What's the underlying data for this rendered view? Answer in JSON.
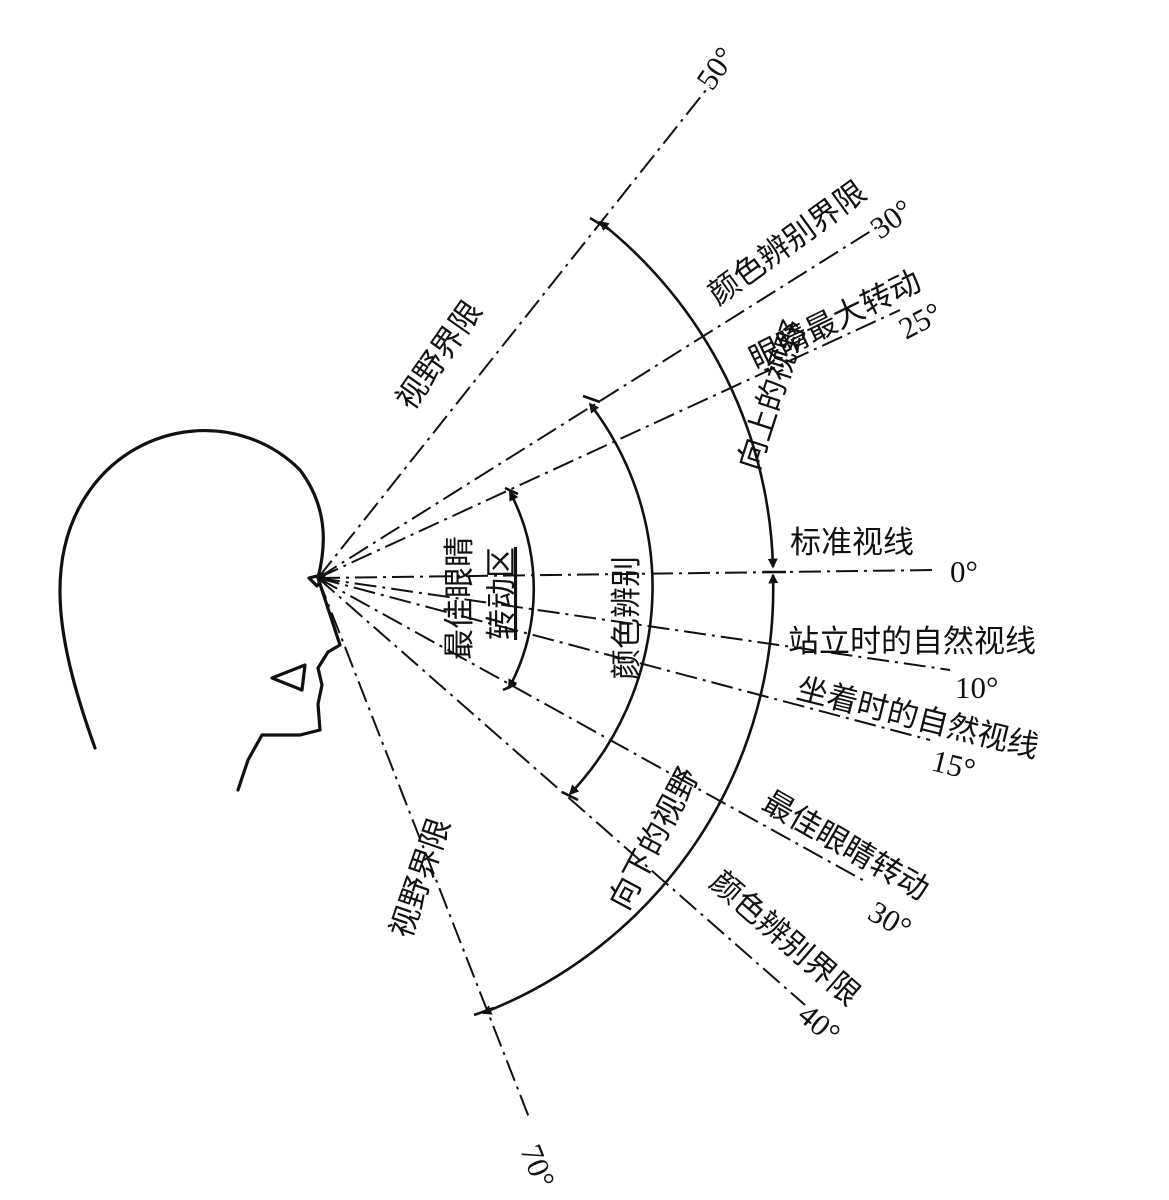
{
  "lines": {
    "upper_field_limit": {
      "degree": "50°",
      "label": "视野界限"
    },
    "upper_color_limit": {
      "degree": "30°",
      "label": "颜色辨别界限"
    },
    "eye_max_rotation": {
      "degree": "25°",
      "label": "眼睛最大转动"
    },
    "standard_sightline": {
      "degree": "0°",
      "label": "标准视线"
    },
    "standing_natural": {
      "degree": "10°",
      "label": "站立时的自然视线"
    },
    "sitting_natural": {
      "degree": "15°",
      "label": "坐着时的自然视线"
    },
    "best_eye_rotation": {
      "degree": "30°",
      "label": "最佳眼睛转动"
    },
    "lower_color_limit": {
      "degree": "40°",
      "label": "颜色辨别界限"
    },
    "lower_field_limit": {
      "degree": "70°",
      "label": "视野界限"
    }
  },
  "zones": {
    "upward_field": "向上的视野",
    "downward_field": "向下的视野",
    "color_discrimination": "颜色辨别",
    "best_zone_line1": "最佳眼睛",
    "best_zone_line2": "转动区"
  },
  "colors": {
    "ink": "#111111",
    "background": "#ffffff"
  }
}
